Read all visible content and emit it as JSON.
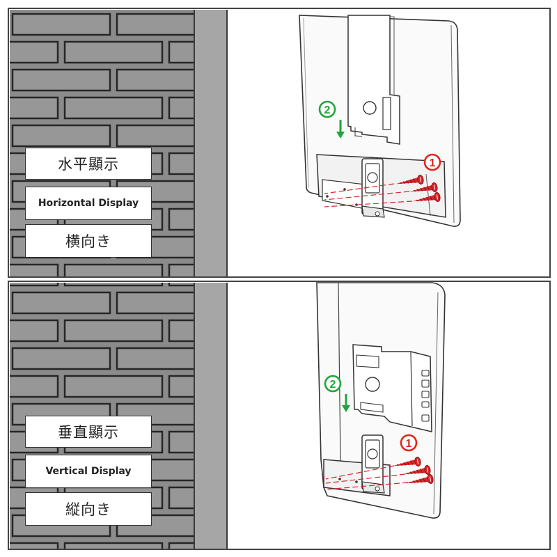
{
  "panels": [
    {
      "label_zh": "水平顯示",
      "label_en": "Horizontal Display",
      "label_ja": "横向き",
      "step1": "1",
      "step2": "2"
    },
    {
      "label_zh": "垂直顯示",
      "label_en": "Vertical Display",
      "label_ja": "縦向き",
      "step1": "1",
      "step2": "2"
    }
  ],
  "icons": {
    "step2_arrow": "arrow-down-icon",
    "screws": "screw-icon",
    "hole": "hole-icon"
  },
  "colors": {
    "step1": "#e1251b",
    "step2": "#21a439",
    "screw": "#d9262b",
    "wall": "#8b8b8b",
    "pillar": "#a6a6a6"
  }
}
